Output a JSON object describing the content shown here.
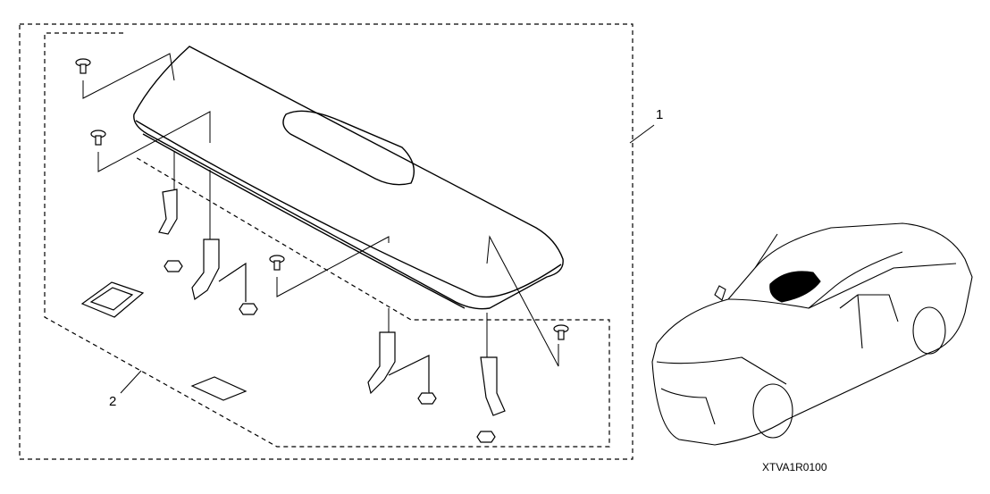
{
  "callouts": {
    "kit": "1",
    "hardware": "2"
  },
  "diagram_code": "XTVA1R0100",
  "colors": {
    "line": "#000000",
    "background": "#ffffff"
  }
}
